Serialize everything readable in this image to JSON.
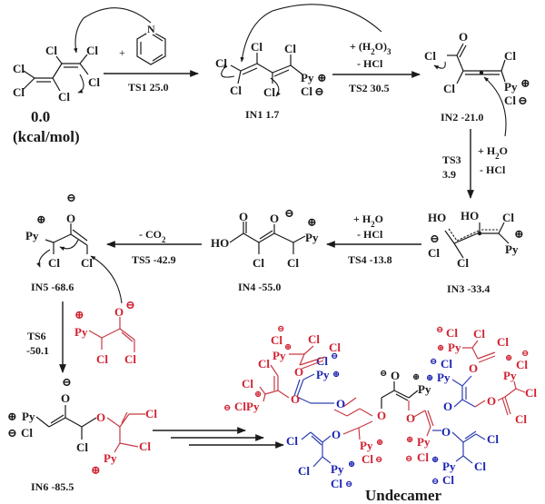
{
  "diagram": {
    "type": "reaction-mechanism",
    "energy_unit": "(kcal/mol)",
    "colors": {
      "main": "#1a1a1a",
      "monomer_red": "#d02030",
      "monomer_blue": "#1a22b0"
    },
    "species": {
      "reactant": {
        "energy": "0.0",
        "atoms": [
          "Cl",
          "Cl",
          "Cl",
          "Cl",
          "Cl",
          "Cl"
        ]
      },
      "pyridine": {
        "atom": "N"
      },
      "in1": {
        "label": "IN1  1.7"
      },
      "in2": {
        "label": "IN2 -21.0"
      },
      "in3": {
        "label": "IN3 -33.4"
      },
      "in4": {
        "label": "IN4  -55.0"
      },
      "in5": {
        "label": "IN5 -68.6"
      },
      "in6": {
        "label": "IN6 -85.5"
      },
      "product": {
        "label": "Undecamer"
      }
    },
    "steps": {
      "plus": "+",
      "ts1": {
        "label": "TS1 25.0"
      },
      "ts2": {
        "reagent": "+ (H2O)3",
        "loss": "- HCl",
        "label": "TS2 30.5"
      },
      "ts3": {
        "label": "TS3",
        "energy": "3.9",
        "reagent": "+ H2O",
        "loss": "- HCl"
      },
      "ts4": {
        "reagent": "+ H2O",
        "loss": "- HCl",
        "label": "TS4  -13.8"
      },
      "ts5": {
        "loss": "- CO2",
        "label": "TS5  -42.9"
      },
      "ts6": {
        "label": "TS6",
        "energy": "-50.1"
      }
    },
    "atoms": {
      "Cl": "Cl",
      "O": "O",
      "HO": "HO",
      "Py": "Py",
      "ClPy": "ClPy",
      "N": "N"
    },
    "charges": {
      "plus": "⊕",
      "minus": "⊖"
    }
  }
}
